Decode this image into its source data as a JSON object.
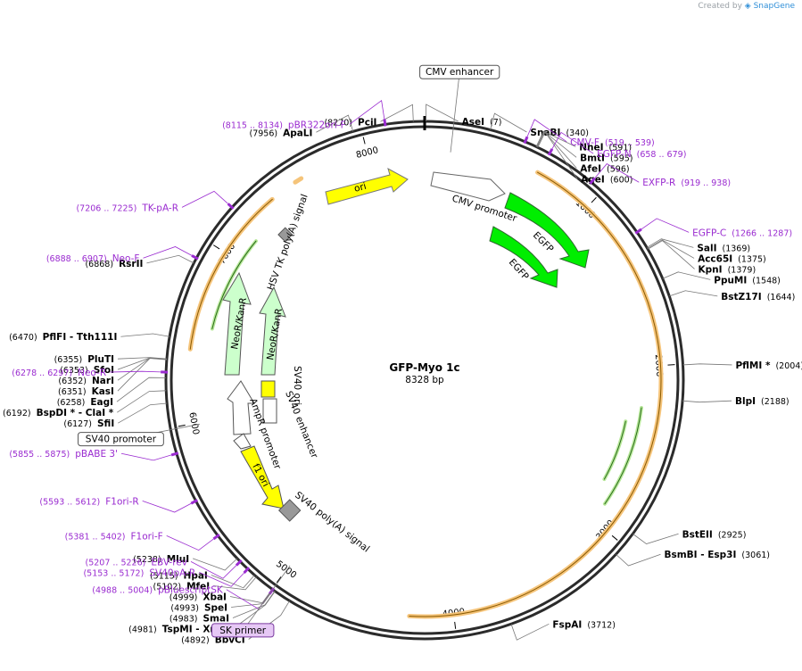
{
  "credit": {
    "prefix": "Created by",
    "brand": "SnapGene"
  },
  "plasmid": {
    "name": "GFP-Myo 1c",
    "length_label": "8328 bp",
    "length": 8328
  },
  "ticks": [
    {
      "label": "1000",
      "bp": 1000
    },
    {
      "label": "2000",
      "bp": 2000
    },
    {
      "label": "3000",
      "bp": 3000
    },
    {
      "label": "4000",
      "bp": 4000
    },
    {
      "label": "5000",
      "bp": 5000
    },
    {
      "label": "6000",
      "bp": 6000
    },
    {
      "label": "7000",
      "bp": 7000
    },
    {
      "label": "8000",
      "bp": 8000
    }
  ],
  "sites": [
    {
      "name": "PciI",
      "pos": "(8270)",
      "bp": 8270,
      "side": "left"
    },
    {
      "name": "AseI",
      "pos": "(7)",
      "bp": 7,
      "side": "right"
    },
    {
      "name": "ApaLI",
      "pos": "(7956)",
      "bp": 7956,
      "side": "left"
    },
    {
      "name": "SnaBI",
      "pos": "(340)",
      "bp": 340,
      "side": "right"
    },
    {
      "name": "NheI",
      "pos": "(591)",
      "bp": 591,
      "side": "right"
    },
    {
      "name": "BmtI",
      "pos": "(595)",
      "bp": 595,
      "side": "right"
    },
    {
      "name": "AfeI",
      "pos": "(596)",
      "bp": 596,
      "side": "right"
    },
    {
      "name": "AgeI",
      "pos": "(600)",
      "bp": 600,
      "side": "right"
    },
    {
      "name": "SalI",
      "pos": "(1369)",
      "bp": 1369,
      "side": "right"
    },
    {
      "name": "Acc65I",
      "pos": "(1375)",
      "bp": 1375,
      "side": "right"
    },
    {
      "name": "KpnI",
      "pos": "(1379)",
      "bp": 1379,
      "side": "right"
    },
    {
      "name": "PpuMI",
      "pos": "(1548)",
      "bp": 1548,
      "side": "right"
    },
    {
      "name": "BstZ17I",
      "pos": "(1644)",
      "bp": 1644,
      "side": "right"
    },
    {
      "name": "PflMI *",
      "pos": "(2004)",
      "bp": 2004,
      "side": "right"
    },
    {
      "name": "BlpI",
      "pos": "(2188)",
      "bp": 2188,
      "side": "right"
    },
    {
      "name": "BstEII",
      "pos": "(2925)",
      "bp": 2925,
      "side": "right"
    },
    {
      "name": "BsmBI   - Esp3I",
      "pos": "(3061)",
      "bp": 3061,
      "side": "right"
    },
    {
      "name": "FspAI",
      "pos": "(3712)",
      "bp": 3712,
      "side": "right"
    },
    {
      "name": "BbvCI",
      "pos": "(4892)",
      "bp": 4892,
      "side": "left"
    },
    {
      "name": "TspMI   - XmaI",
      "pos": "(4981)",
      "bp": 4981,
      "side": "left"
    },
    {
      "name": "SmaI",
      "pos": "(4983)",
      "bp": 4983,
      "side": "left"
    },
    {
      "name": "SpeI",
      "pos": "(4993)",
      "bp": 4993,
      "side": "left"
    },
    {
      "name": "XbaI",
      "pos": "(4999)",
      "bp": 4999,
      "side": "left"
    },
    {
      "name": "MfeI",
      "pos": "(5102)",
      "bp": 5102,
      "side": "left"
    },
    {
      "name": "HpaI",
      "pos": "(5115)",
      "bp": 5115,
      "side": "left"
    },
    {
      "name": "MluI",
      "pos": "(5238)",
      "bp": 5238,
      "side": "left"
    },
    {
      "name": "SfiI",
      "pos": "(6127)",
      "bp": 6127,
      "side": "left"
    },
    {
      "name": "BspDI *  - ClaI *",
      "pos": "(6192)",
      "bp": 6192,
      "side": "left"
    },
    {
      "name": "EagI",
      "pos": "(6258)",
      "bp": 6258,
      "side": "left"
    },
    {
      "name": "KasI",
      "pos": "(6351)",
      "bp": 6351,
      "side": "left"
    },
    {
      "name": "NarI",
      "pos": "(6352)",
      "bp": 6352,
      "side": "left"
    },
    {
      "name": "SfoI",
      "pos": "(6353)",
      "bp": 6353,
      "side": "left"
    },
    {
      "name": "PluTI",
      "pos": "(6355)",
      "bp": 6355,
      "side": "left"
    },
    {
      "name": "PflFI   - Tth111I",
      "pos": "(6470)",
      "bp": 6470,
      "side": "left"
    },
    {
      "name": "RsrII",
      "pos": "(6868)",
      "bp": 6868,
      "side": "left"
    }
  ],
  "primers": [
    {
      "name": "pBR322ori-F",
      "pos": "(8115 .. 8134)",
      "bp": 8125,
      "side": "left"
    },
    {
      "name": "CMV-F",
      "pos": "(519 .. 539)",
      "bp": 529,
      "side": "right"
    },
    {
      "name": "EGFP-N",
      "pos": "(658 .. 679)",
      "bp": 668,
      "side": "right"
    },
    {
      "name": "EXFP-R",
      "pos": "(919 .. 938)",
      "bp": 928,
      "side": "right"
    },
    {
      "name": "EGFP-C",
      "pos": "(1266 .. 1287)",
      "bp": 1276,
      "side": "right"
    },
    {
      "name": "TK-pA-R",
      "pos": "(7206 .. 7225)",
      "bp": 7215,
      "side": "left"
    },
    {
      "name": "Neo-F",
      "pos": "(6888 .. 6907)",
      "bp": 6897,
      "side": "left"
    },
    {
      "name": "Neo-R",
      "pos": "(6278 .. 6297)",
      "bp": 6287,
      "side": "left"
    },
    {
      "name": "pBABE 3'",
      "pos": "(5855 .. 5875)",
      "bp": 5865,
      "side": "left"
    },
    {
      "name": "F1ori-R",
      "pos": "(5593 .. 5612)",
      "bp": 5602,
      "side": "left"
    },
    {
      "name": "F1ori-F",
      "pos": "(5381 .. 5402)",
      "bp": 5391,
      "side": "left"
    },
    {
      "name": "EBV-rev",
      "pos": "(5207 .. 5226)",
      "bp": 5216,
      "side": "left"
    },
    {
      "name": "SV40pA-R",
      "pos": "(5153 .. 5172)",
      "bp": 5162,
      "side": "left"
    },
    {
      "name": "pBluescriptSK",
      "pos": "(4988 .. 5004)",
      "bp": 4996,
      "side": "left"
    }
  ],
  "boxed_labels": [
    {
      "text": "CMV enhancer",
      "bp": 150,
      "style": "plain"
    },
    {
      "text": "SV40 promoter",
      "bp": 5990,
      "style": "plain"
    },
    {
      "text": "SK primer",
      "bp": 4996,
      "style": "purple"
    }
  ],
  "features": [
    {
      "name": "ori",
      "color": "#ffff00"
    },
    {
      "name": "CMV promoter",
      "color": "#ffffff"
    },
    {
      "name": "EGFP",
      "color": "#00ee00"
    },
    {
      "name": "EGFP",
      "color": "#00ee00"
    },
    {
      "name": "HSV TK poly(A) signal",
      "color": "#999999"
    },
    {
      "name": "NeoR/KanR",
      "color": "#ccffcc"
    },
    {
      "name": "NeoR/KanR",
      "color": "#ccffcc"
    },
    {
      "name": "SV40 ori",
      "color": "#ffff00"
    },
    {
      "name": "SV40 enhancer",
      "color": "#ffffff"
    },
    {
      "name": "AmpR promoter",
      "color": "#ffffff"
    },
    {
      "name": "f1 ori",
      "color": "#ffff00"
    },
    {
      "name": "SV40 poly(A) signal",
      "color": "#999999"
    }
  ],
  "colors": {
    "primer": "#9a2bd0",
    "orf_orange": "#f5a623",
    "backbone": "#222222"
  }
}
